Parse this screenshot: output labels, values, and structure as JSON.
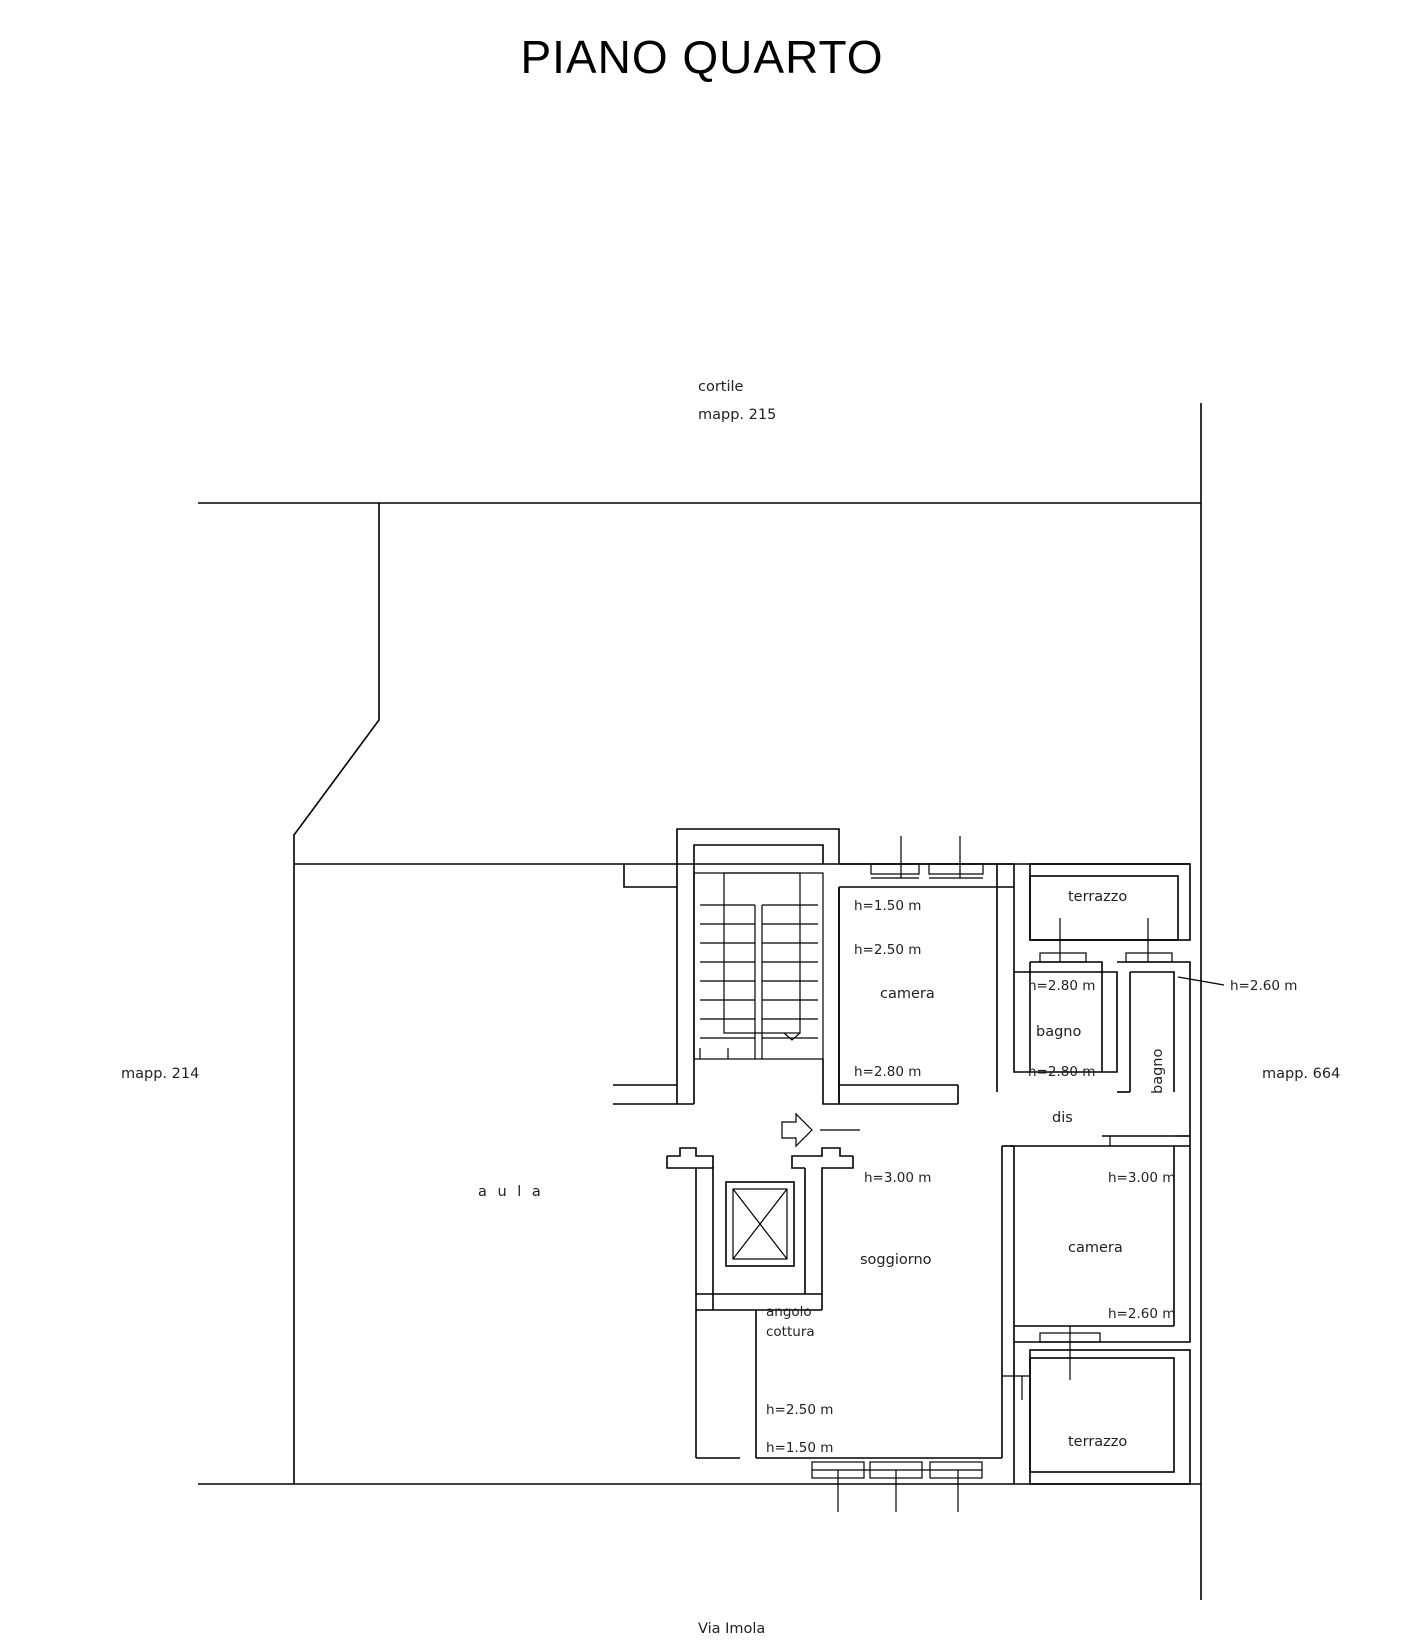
{
  "title": "PIANO QUARTO",
  "surroundings": {
    "courtyard": "cortile",
    "courtyard_parcel": "mapp. 215",
    "parcel_left": "mapp. 214",
    "parcel_right": "mapp. 664",
    "street": "Via Imola"
  },
  "rooms": {
    "aula": "a u l a",
    "terrazzo_top": "terrazzo",
    "terrazzo_bottom": "terrazzo",
    "camera_top": "camera",
    "camera_right": "camera",
    "bagno_1": "bagno",
    "bagno_2": "bagno",
    "disimpegno": "dis",
    "soggiorno": "soggiorno",
    "angolo_cottura_1": "angolo",
    "angolo_cottura_2": "cottura"
  },
  "heights": {
    "camera_top_1": "h=1.50 m",
    "camera_top_2": "h=2.50 m",
    "camera_top_3": "h=2.80 m",
    "bagno1_top": "h=2.80 m",
    "bagno1_bottom": "h=2.80 m",
    "bagno2_side": "h=2.60 m",
    "soggiorno_top": "h=3.00 m",
    "soggiorno_bottom_1": "h=2.50 m",
    "soggiorno_bottom_2": "h=1.50 m",
    "camera_right_top": "h=3.00 m",
    "camera_right_bottom": "h=2.60 m"
  }
}
